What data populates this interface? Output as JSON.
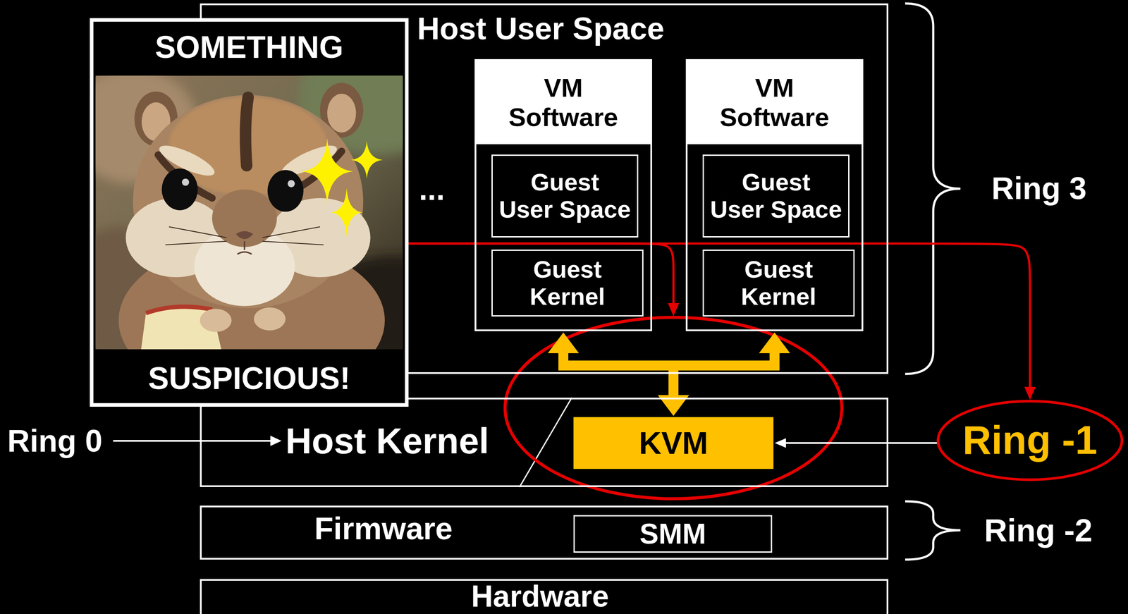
{
  "diagram": {
    "nodes": [
      {
        "text": [
          "SOMETHING",
          "SUSPICIOUS!"
        ]
      },
      {
        "text": [
          "Host User Space"
        ]
      },
      {
        "text": [
          "VM Software"
        ],
        "in": 1
      },
      {
        "text": [
          "Guest User Space"
        ],
        "in": 2
      },
      {
        "text": [
          "Guest Kernel"
        ],
        "in": 2
      },
      {
        "text": [
          "VM Software"
        ],
        "in": 1
      },
      {
        "text": [
          "Guest User Space"
        ],
        "in": 5
      },
      {
        "text": [
          "Guest Kernel"
        ],
        "in": 5
      },
      {
        "text": [
          "Host Kernel"
        ]
      },
      {
        "text": [
          "KVM"
        ],
        "in": 8
      },
      {
        "text": [
          "Firmware"
        ]
      },
      {
        "text": [
          "SMM"
        ],
        "in": 10
      },
      {
        "text": [
          "Hardware"
        ]
      },
      {
        "text": [
          "Ring -1"
        ]
      }
    ],
    "edges": [
      {
        "from": 13,
        "to": 9,
        "arrow": "to"
      },
      {
        "from": 9,
        "to": 2,
        "arrow": "both"
      },
      {
        "from": 9,
        "to": 5,
        "arrow": "both"
      },
      {
        "from": 0,
        "to": 9,
        "arrow": "to"
      },
      {
        "from": 0,
        "to": 13,
        "arrow": "to"
      }
    ],
    "labels": [
      "Ring 3",
      "...",
      "Ring 0",
      "Ring -2"
    ]
  }
}
